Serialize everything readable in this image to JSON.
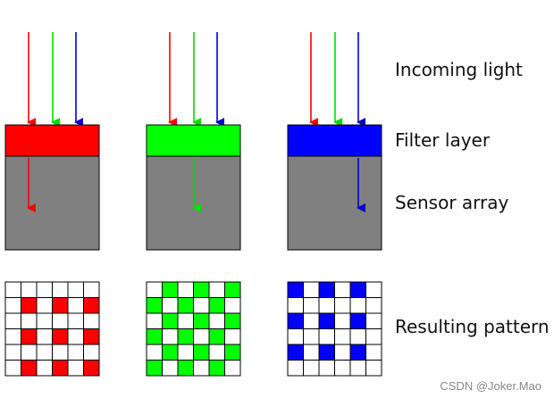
{
  "labels": {
    "incoming_light": "Incoming light",
    "filter_layer": "Filter layer",
    "sensor_array": "Sensor array",
    "resulting_pattern": "Resulting pattern"
  },
  "watermark": "CSDN @Joker.Mao",
  "colors": {
    "red": "#ff0000",
    "green": "#00ff00",
    "blue": "#0000ff",
    "sensor_gray": "#808080",
    "outline": "#000000",
    "arrow_red": "#ff0000",
    "arrow_green": "#00dd00",
    "arrow_blue": "#0000cc"
  },
  "columns": [
    {
      "filter": "red",
      "passed_light": "red",
      "pattern": "red"
    },
    {
      "filter": "green",
      "passed_light": "green",
      "pattern": "green"
    },
    {
      "filter": "blue",
      "passed_light": "blue",
      "pattern": "blue"
    }
  ],
  "incoming_arrows": [
    "red",
    "green",
    "blue"
  ],
  "mosaic": {
    "rows": 6,
    "cols": 6,
    "red_cells": [
      [
        1,
        1
      ],
      [
        1,
        3
      ],
      [
        1,
        5
      ],
      [
        3,
        1
      ],
      [
        3,
        3
      ],
      [
        3,
        5
      ],
      [
        5,
        1
      ],
      [
        5,
        3
      ],
      [
        5,
        5
      ]
    ],
    "green_cells": [
      [
        0,
        1
      ],
      [
        0,
        3
      ],
      [
        0,
        5
      ],
      [
        1,
        0
      ],
      [
        1,
        2
      ],
      [
        1,
        4
      ],
      [
        2,
        1
      ],
      [
        2,
        3
      ],
      [
        2,
        5
      ],
      [
        3,
        0
      ],
      [
        3,
        2
      ],
      [
        3,
        4
      ],
      [
        4,
        1
      ],
      [
        4,
        3
      ],
      [
        4,
        5
      ],
      [
        5,
        0
      ],
      [
        5,
        2
      ],
      [
        5,
        4
      ]
    ],
    "blue_cells": [
      [
        0,
        0
      ],
      [
        0,
        2
      ],
      [
        0,
        4
      ],
      [
        2,
        0
      ],
      [
        2,
        2
      ],
      [
        2,
        4
      ],
      [
        4,
        0
      ],
      [
        4,
        2
      ],
      [
        4,
        4
      ]
    ]
  }
}
